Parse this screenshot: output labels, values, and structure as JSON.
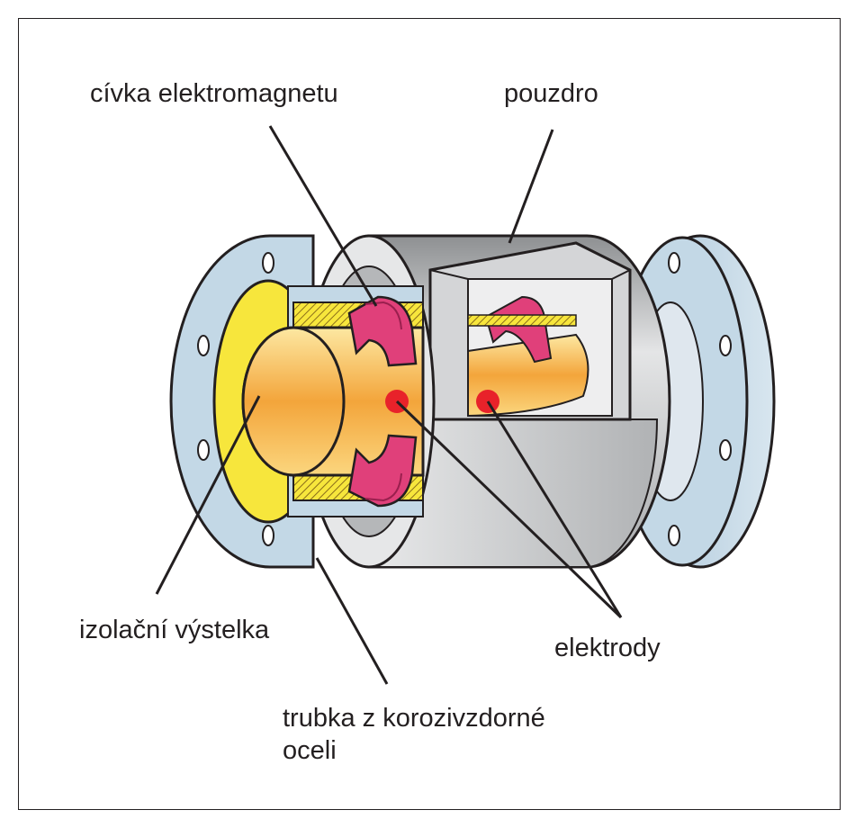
{
  "labels": {
    "coil": "cívka elektromagnetu",
    "housing": "pouzdro",
    "liner": "izolační výstelka",
    "electrodes": "elektrody",
    "tube_line1": "trubka z korozivzdorné",
    "tube_line2": "oceli"
  },
  "colors": {
    "flange": "#c3d8e6",
    "outline": "#231f20",
    "liner": "#f7e63c",
    "coil": "#e0407a",
    "housing": "#c8c9cb",
    "electrode": "#e8222a",
    "fluid": "#f3a53b"
  }
}
